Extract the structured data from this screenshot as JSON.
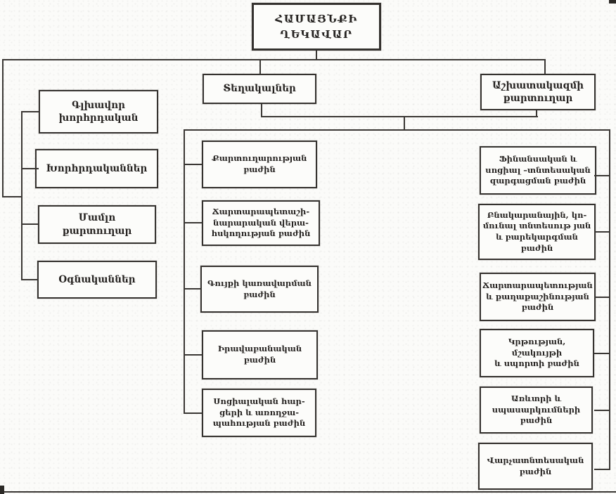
{
  "diagram": {
    "title": "Community administration organisational chart (Armenian)",
    "root": {
      "label": "ՀԱՄԱՅՆՔԻ\nՂԵԿԱՎԱՐ"
    },
    "left_branch": {
      "items": [
        {
          "label": "Գլխավոր\nխորհրդական"
        },
        {
          "label": "Խորհրդականներ"
        },
        {
          "label": "Մամլո\nքարտուղար"
        },
        {
          "label": "Օգնականներ"
        }
      ]
    },
    "deputies_branch": {
      "header": "Տեղակալներ",
      "items": [
        {
          "label": "Քարտուղարության\nբաժին"
        },
        {
          "label": "Ճարտարապետաշի-\nնարարական վերա-\nհսկողության բաժին"
        },
        {
          "label": "Գույքի կառավարման\nբաժին"
        },
        {
          "label": "Իրավաբանական\nբաժին"
        },
        {
          "label": "Սոցիալական հար-\nցերի և առողջա-\nպահության բաժին"
        }
      ]
    },
    "secretary_branch": {
      "header": "Աշխատակազմի\nքարտուղար",
      "items": [
        {
          "label": "Ֆինանսական և\nսոցիալ –տնտեսական\nզարգացման բաժին"
        },
        {
          "label": "Բնակարանային, կո-\nմունալ տնտեսութ յան\nև բարեկարգման\nբաժին"
        },
        {
          "label": "Ճարտարապետության\nև քաղաքաշինության\nբաժին"
        },
        {
          "label": "Կրթության, մշակույթի\nև սպորտի բաժին"
        },
        {
          "label": "Առևտրի և\nսպասարկումների\nբաժին"
        },
        {
          "label": "Վարչատնտեսական\nբաժին"
        }
      ]
    },
    "colors": {
      "line": "#3a3734",
      "box_border": "#35322f",
      "text": "#262321",
      "background": "#fbfbf9"
    }
  }
}
